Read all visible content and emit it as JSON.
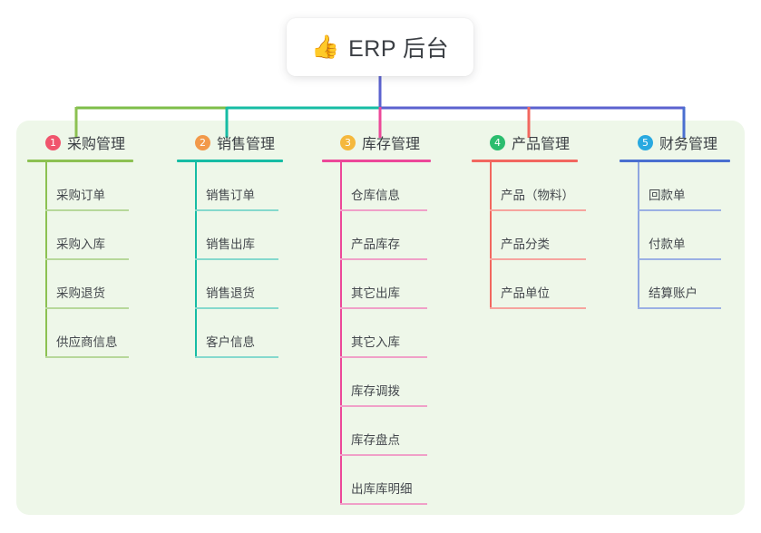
{
  "root": {
    "icon": "thumbs-up-icon",
    "icon_glyph": "👍",
    "title": "ERP 后台"
  },
  "theme": {
    "page_background": "#ffffff",
    "panel_background": "#eef7e9",
    "card_background": "#ffffff",
    "text_color": "#3b3f44",
    "bus_left_green": "#7ebe49",
    "bus_teal": "#16bca4",
    "bus_blue": "#5b62cf"
  },
  "columns": [
    {
      "index": "1",
      "badge_color": "#f0556d",
      "rule_color": "#8cc152",
      "leaf_rule_color": "#b7d89a",
      "spine_color": "#8cc152",
      "stub_color": "#8cc152",
      "title": "采购管理",
      "items": [
        "采购订单",
        "采购入库",
        "采购退货",
        "供应商信息"
      ]
    },
    {
      "index": "2",
      "badge_color": "#f2994a",
      "rule_color": "#16bca4",
      "leaf_rule_color": "#85d9cd",
      "spine_color": "#16bca4",
      "stub_color": "#16bca4",
      "title": "销售管理",
      "items": [
        "销售订单",
        "销售出库",
        "销售退货",
        "客户信息"
      ]
    },
    {
      "index": "3",
      "badge_color": "#f5b83d",
      "rule_color": "#ec4899",
      "leaf_rule_color": "#f0a0c8",
      "spine_color": "#ec4899",
      "stub_color": "#ec4899",
      "title": "库存管理",
      "items": [
        "仓库信息",
        "产品库存",
        "其它出库",
        "其它入库",
        "库存调拨",
        "库存盘点",
        "出库库明细"
      ]
    },
    {
      "index": "4",
      "badge_color": "#2bbd6e",
      "rule_color": "#f2675f",
      "leaf_rule_color": "#f6a49e",
      "spine_color": "#f2675f",
      "stub_color": "#f2675f",
      "title": "产品管理",
      "items": [
        "产品（物料）",
        "产品分类",
        "产品单位"
      ]
    },
    {
      "index": "5",
      "badge_color": "#29a9e0",
      "rule_color": "#4a6fd0",
      "leaf_rule_color": "#9bb0e4",
      "spine_color": "#8fa6e0",
      "stub_color": "#4a6fd0",
      "title": "财务管理",
      "items": [
        "回款单",
        "付款单",
        "结算账户"
      ]
    }
  ]
}
